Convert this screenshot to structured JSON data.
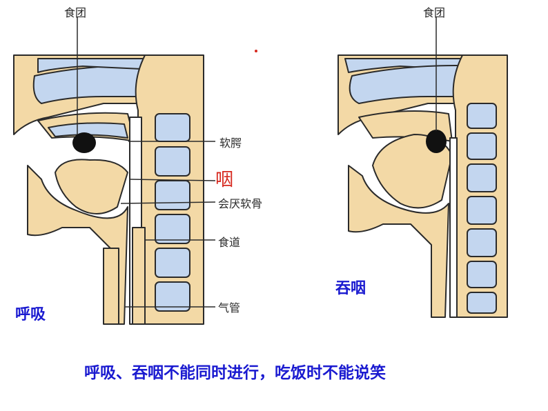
{
  "labels": {
    "bolus_left": "食团",
    "bolus_right": "食团",
    "soft_palate": "软腭",
    "pharynx": "咽",
    "epiglottis": "会厌软骨",
    "esophagus": "食道",
    "trachea": "气管"
  },
  "captions": {
    "breathing": "呼吸",
    "swallowing": "吞咽",
    "footer": "呼吸、吞咽不能同时进行，吃饭时不能说笑"
  },
  "colors": {
    "tissue": "#f3d9a6",
    "cavity": "#c3d6ef",
    "outline": "#2a2a2a",
    "pharynx_label": "#d6281e",
    "caption": "#1a1ad0"
  }
}
